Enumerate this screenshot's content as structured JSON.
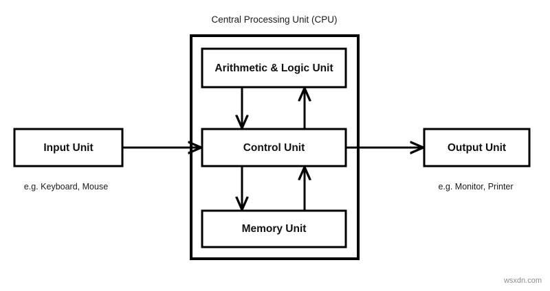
{
  "diagram": {
    "title": "Central Processing Unit (CPU)",
    "cpu_units": [
      {
        "id": "alu",
        "label": "Arithmetic & Logic Unit"
      },
      {
        "id": "control",
        "label": "Control Unit"
      },
      {
        "id": "memory",
        "label": "Memory Unit"
      }
    ],
    "io_units": [
      {
        "id": "input",
        "label": "Input Unit",
        "caption": "e.g. Keyboard, Mouse"
      },
      {
        "id": "output",
        "label": "Output Unit",
        "caption": "e.g. Monitor, Printer"
      }
    ],
    "connections": [
      {
        "from": "input",
        "to": "control",
        "direction": "right"
      },
      {
        "from": "control",
        "to": "output",
        "direction": "right"
      },
      {
        "from": "alu",
        "to": "control",
        "direction": "down"
      },
      {
        "from": "control",
        "to": "alu",
        "direction": "up"
      },
      {
        "from": "control",
        "to": "memory",
        "direction": "down"
      },
      {
        "from": "memory",
        "to": "control",
        "direction": "up"
      }
    ],
    "colors": {
      "stroke": "#000000",
      "fill": "#ffffff",
      "text": "#111111",
      "watermark": "#8c8c8c"
    }
  },
  "watermark": {
    "text": "wsxdn.com"
  }
}
